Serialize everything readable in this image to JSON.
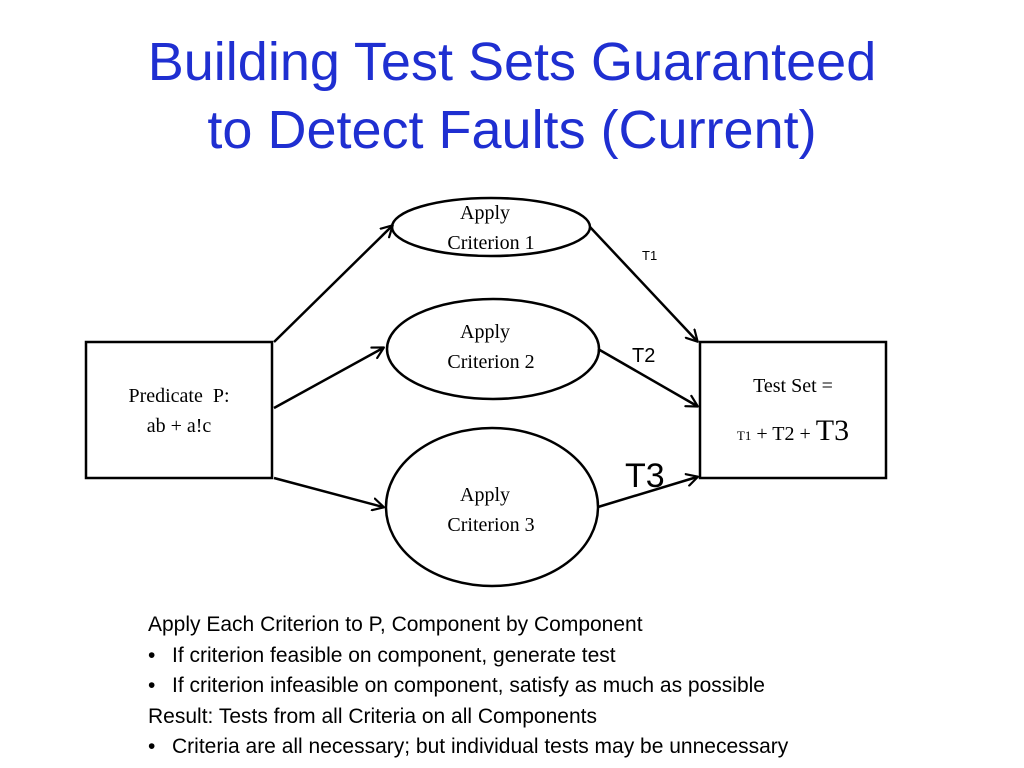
{
  "title": {
    "line1": "Building Test Sets Guaranteed",
    "line2": "to Detect Faults (Current)"
  },
  "diagram": {
    "predicate": {
      "line1": "Predicate  P:",
      "line2": "ab + a!c"
    },
    "criteria": [
      {
        "line1": "Apply",
        "line2": "Criterion 1"
      },
      {
        "line1": "Apply",
        "line2": "Criterion 2"
      },
      {
        "line1": "Apply",
        "line2": "Criterion 3"
      }
    ],
    "edge_labels": [
      "T1",
      "T2",
      "T3"
    ],
    "test_set": {
      "line1": "Test Set =",
      "t1": "T1",
      "plus1": " + ",
      "t2": "T2",
      "plus2": " + ",
      "t3": "T3"
    }
  },
  "notes": {
    "heading1": "Apply Each Criterion to P, Component by Component",
    "bullets1": [
      "If criterion feasible on component, generate test",
      "If criterion infeasible on component, satisfy as much as possible"
    ],
    "heading2": "Result: Tests from all Criteria on all Components",
    "bullets2": [
      "Criteria are all necessary; but individual tests may be unnecessary"
    ],
    "bullet_char": "•"
  },
  "colors": {
    "title": "#1f2fd1",
    "text": "#000000"
  }
}
